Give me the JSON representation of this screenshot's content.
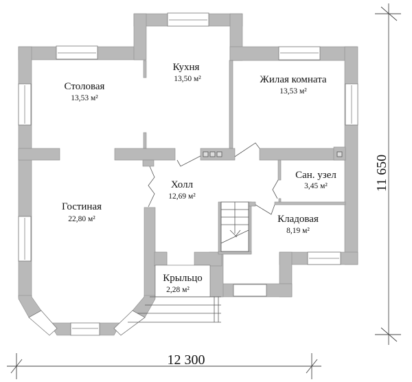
{
  "plan": {
    "rooms": [
      {
        "name": "Столовая",
        "area": "13,53 м²"
      },
      {
        "name": "Кухня",
        "area": "13,50 м²"
      },
      {
        "name": "Жилая комната",
        "area": "13,53 м²"
      },
      {
        "name": "Холл",
        "area": "12,69 м²"
      },
      {
        "name": "Сан. узел",
        "area": "3,45 м²"
      },
      {
        "name": "Гостиная",
        "area": "22,80 м²"
      },
      {
        "name": "Кладовая",
        "area": "8,19 м²"
      },
      {
        "name": "Крыльцо",
        "area": "2,28 м²"
      }
    ],
    "dimensions": {
      "width": "12 300",
      "height": "11 650"
    },
    "colors": {
      "wall": "#b9b9b9",
      "line": "#444444",
      "background": "#ffffff"
    }
  }
}
